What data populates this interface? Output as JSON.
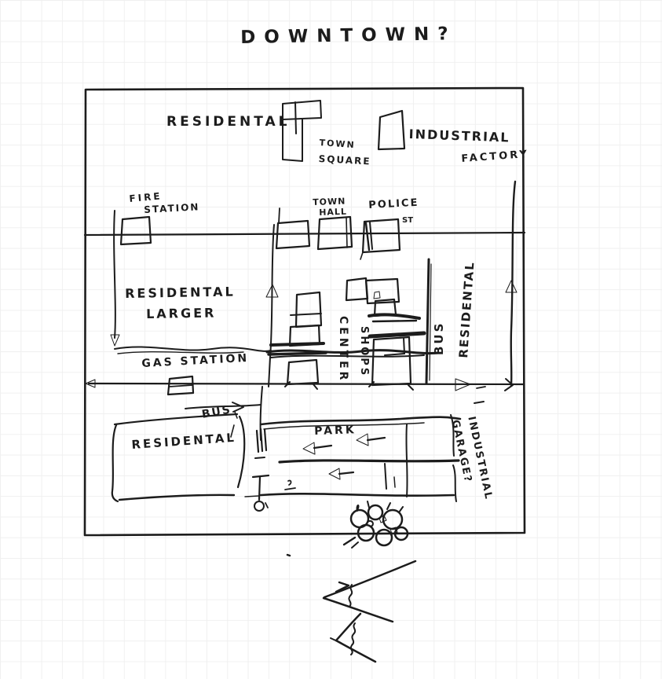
{
  "title": "DOWNTOWN?",
  "labels": {
    "residential_top": "RESIDENTAL",
    "town_square": {
      "line1": "TOWN",
      "line2": "SQUARE"
    },
    "industrial": "INDUSTRIAL",
    "factory": "FACTORY",
    "fire_station": {
      "line1": "FIRE",
      "line2": "STATION"
    },
    "town_hall": {
      "line1": "TOWN",
      "line2": "HALL"
    },
    "police": {
      "line1": "POLICE",
      "line2": "ST"
    },
    "residential_larger": {
      "line1": "RESIDENTAL",
      "line2": "LARGER"
    },
    "center_shops": {
      "line1": "CENTER",
      "line2": "SHOPS"
    },
    "bus_vertical": "BUS",
    "residential_right": "RESIDENTAL",
    "gas_station": "GAS STATION",
    "bus_lower": "BUS",
    "residential_lower": "RESIDENTAL",
    "park": "PARK",
    "industrial_garage": {
      "line1": "INDUSTRIAL",
      "line2": "GARAGE?"
    }
  },
  "colors": {
    "ink": "#1c1c1c",
    "paper": "#ffffff",
    "grid": "#f0f0f0"
  }
}
